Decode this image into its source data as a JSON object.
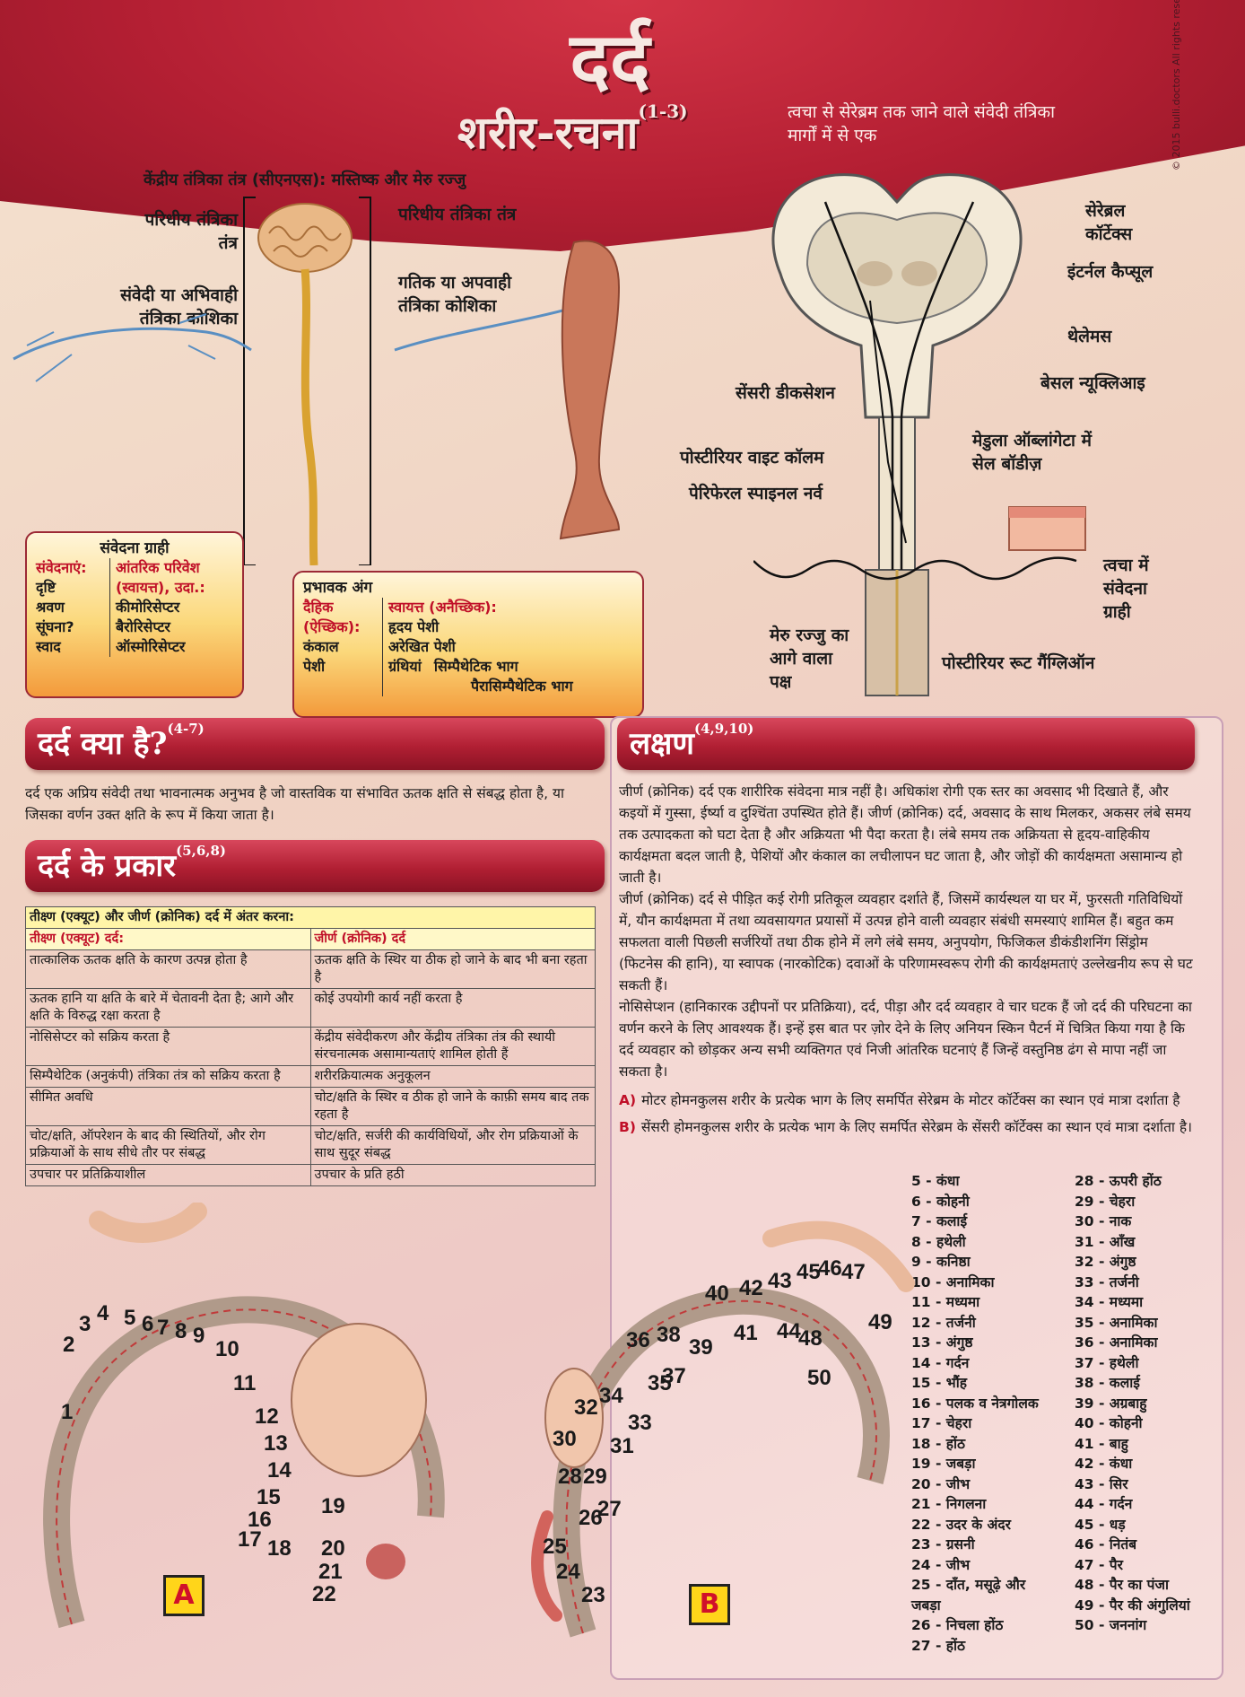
{
  "header": {
    "title": "दर्द",
    "subtitle": "शरीर-रचना",
    "subtitle_ref": "(1-3)",
    "right_note": "त्वचा से सेरेब्रम तक जाने वाले संवेदी तंत्रिका मार्गों में से एक"
  },
  "copyright": "© 2015 bulli.doctors All rights reserved",
  "anatomy": {
    "cns_label": "केंद्रीय तंत्रिका तंत्र (सीएनएस): मस्तिष्क और मेरु रज्जु",
    "pns_left": "परिधीय तंत्रिका तंत्र",
    "pns_right": "परिधीय तंत्रिका तंत्र",
    "sensory_neuron": "संवेदी या अभिवाही तंत्रिका कोशिका",
    "motor_neuron": "गतिक या अपवाही तंत्रिका कोशिका"
  },
  "receptor_box": {
    "title": "संवेदना ग्राही",
    "senses_label": "संवेदनाएं:",
    "senses": [
      "दृष्टि",
      "श्रवण",
      "सूंघना?",
      "स्वाद"
    ],
    "internal_label": "आंतरिक परिवेश (स्वायत्त), उदा.:",
    "internal_items": [
      "कीमोरिसेप्टर",
      "बैरोरिसेप्टर",
      "ऑस्मोरिसेप्टर"
    ]
  },
  "effector_box": {
    "title": "प्रभावक अंग",
    "somatic_label": "दैहिक (ऐच्छिक):",
    "somatic_items": [
      "कंकाल",
      "पेशी"
    ],
    "auto_label": "स्वायत्त (अनैच्छिक):",
    "auto_items": [
      "हृदय पेशी",
      "अरेखित पेशी",
      "ग्रंथियां"
    ],
    "sympathetic": "सिम्पैथेटिक भाग",
    "parasympathetic": "पैरासिम्पैथेटिक भाग"
  },
  "pathway_labels": {
    "cerebral_cortex": "सेरेब्रल कॉर्टेक्स",
    "internal_capsule": "इंटर्नल कैप्सूल",
    "thalamus": "थेलेमस",
    "basal_nuclei": "बेसल न्यूक्लिआइ",
    "sensory_decussation": "सेंसरी डीकसेशन",
    "posterior_white_column": "पोस्टीरियर वाइट कॉलम",
    "medulla": "मेडुला ऑब्लांगेटा में सेल बॉडीज़",
    "peripheral_nerve": "पेरिफेरल स्पाइनल नर्व",
    "skin_receptor": "त्वचा में संवेदना ग्राही",
    "spinal_cord_front": "मेरु रज्जु का आगे वाला पक्ष",
    "root_ganglion": "पोस्टीरियर रूट गैंग्लिऑन"
  },
  "what_is_pain": {
    "heading": "दर्द क्या है?",
    "ref": "(4-7)",
    "text": "दर्द एक अप्रिय संवेदी तथा भावनात्मक अनुभव है जो वास्तविक या संभावित ऊतक क्षति से संबद्ध होता है, या जिसका वर्णन उक्त क्षति के रूप में किया जाता है।"
  },
  "pain_types": {
    "heading": "दर्द के प्रकार",
    "ref": "(5,6,8)",
    "table_title": "तीक्ष्ण (एक्यूट) और जीर्ण (क्रोनिक) दर्द में अंतर करना:",
    "col1": "तीक्ष्ण (एक्यूट) दर्द:",
    "col2": "जीर्ण (क्रोनिक) दर्द",
    "rows": [
      [
        "तात्कालिक ऊतक क्षति के कारण उत्पन्न होता है",
        "ऊतक क्षति के स्थिर या ठीक हो जाने के बाद भी बना रहता है"
      ],
      [
        "ऊतक हानि या क्षति के बारे में चेतावनी देता है; आगे और क्षति के विरुद्ध रक्षा करता है",
        "कोई उपयोगी कार्य नहीं करता है"
      ],
      [
        "नोसिसेप्टर को सक्रिय करता है",
        "केंद्रीय संवेदीकरण और केंद्रीय तंत्रिका तंत्र की स्थायी संरचनात्मक असामान्यताएं शामिल होती हैं"
      ],
      [
        "सिम्पैथेटिक (अनुकंपी) तंत्रिका तंत्र को सक्रिय करता है",
        "शरीरक्रियात्मक अनुकूलन"
      ],
      [
        "सीमित अवधि",
        "चोट/क्षति के स्थिर व ठीक हो जाने के काफ़ी समय बाद तक रहता है"
      ],
      [
        "चोट/क्षति, ऑपरेशन के बाद की स्थितियों, और रोग प्रक्रियाओं के साथ सीधे तौर पर संबद्ध",
        "चोट/क्षति, सर्जरी की कार्यविधियों, और रोग प्रक्रियाओं के साथ सुदूर संबद्ध"
      ],
      [
        "उपचार पर प्रतिक्रियाशील",
        "उपचार के प्रति हठी"
      ]
    ]
  },
  "symptoms": {
    "heading": "लक्षण",
    "ref": "(4,9,10)",
    "para1": "जीर्ण (क्रोनिक) दर्द एक शारीरिक संवेदना मात्र नहीं है। अधिकांश रोगी एक स्तर का अवसाद भी दिखाते हैं, और कइयों में गुस्सा, ईर्ष्या व दुश्चिंता उपस्थित होते हैं। जीर्ण (क्रोनिक) दर्द, अवसाद के साथ मिलकर, अकसर लंबे समय तक उत्पादकता को घटा देता है और अक्रियता भी पैदा करता है। लंबे समय तक अक्रियता से हृदय-वाहिकीय कार्यक्षमता बदल जाती है, पेशियों और कंकाल का लचीलापन घट जाता है, और जोड़ों की कार्यक्षमता असामान्य हो जाती है।",
    "para2": "जीर्ण (क्रोनिक) दर्द से पीड़ित कई रोगी प्रतिकूल व्यवहार दर्शाते हैं, जिसमें कार्यस्थल या घर में, फुरसती गतिविधियों में, यौन कार्यक्षमता में तथा व्यवसायगत प्रयासों में उत्पन्न होने वाली व्यवहार संबंधी समस्याएं शामिल हैं। बहुत कम सफलता वाली पिछली सर्जरियों तथा ठीक होने में लगे लंबे समय, अनुपयोग, फिजिकल डीकंडीशनिंग सिंड्रोम (फिटनेस की हानि), या स्वापक (नारकोटिक) दवाओं के परिणामस्वरूप रोगी की कार्यक्षमताएं उल्लेखनीय रूप से घट सकती हैं।",
    "para3": "नोसिसेप्शन (हानिकारक उद्दीपनों पर प्रतिक्रिया), दर्द, पीड़ा और दर्द व्यवहार वे चार घटक हैं जो दर्द की परिघटना का वर्णन करने के लिए आवश्यक हैं। इन्हें इस बात पर ज़ोर देने के लिए अनियन स्किन पैटर्न में चित्रित किया गया है कि दर्द व्यवहार को छोड़कर अन्य सभी व्यक्तिगत एवं निजी आंतरिक घटनाएं हैं जिन्हें वस्तुनिष्ठ ढंग से मापा नहीं जा सकता है।",
    "note_a_tag": "A)",
    "note_a": "मोटर होमनकुलस शरीर के प्रत्येक भाग के लिए समर्पित सेरेब्रम के मोटर कॉर्टेक्स का स्थान एवं मात्रा दर्शाता है",
    "note_b_tag": "B)",
    "note_b": "सेंसरी होमनकुलस शरीर के प्रत्येक भाग के लिए समर्पित सेरेब्रम के सेंसरी कॉर्टेक्स का स्थान एवं मात्रा दर्शाता है।"
  },
  "legend_col1": [
    "5 - कंधा",
    "6 - कोहनी",
    "7 - कलाई",
    "8 - हथेली",
    "9 - कनिष्ठा",
    "10 - अनामिका",
    "11 - मध्यमा",
    "12 - तर्जनी",
    "13 - अंगुष्ठ",
    "14 - गर्दन",
    "15 - भौंह",
    "16 - पलक व नेत्रगोलक",
    "17 - चेहरा",
    "18 - होंठ",
    "19 - जबड़ा",
    "20 - जीभ",
    "21 - निगलना",
    "22 - उदर के अंदर",
    "23 - ग्रसनी",
    "24 - जीभ",
    "25 - दाँत, मसूढ़े और",
    "जबड़ा",
    "26 - निचला होंठ",
    "27 - होंठ"
  ],
  "legend_col2": [
    "28 - ऊपरी होंठ",
    "29 - चेहरा",
    "30 - नाक",
    "31 - आँख",
    "32 - अंगुष्ठ",
    "33 - तर्जनी",
    "34 - मध्यमा",
    "35 - अनामिका",
    "36 - अनामिका",
    "37 - हथेली",
    "38 - कलाई",
    "39 - अग्रबाहु",
    "40 - कोहनी",
    "41 - बाहु",
    "42 - कंधा",
    "43 - सिर",
    "44 - गर्दन",
    "45 - धड़",
    "46 - नितंब",
    "47 - पैर",
    "48 - पैर का पंजा",
    "49 - पैर की अंगुलियां",
    "50 - जननांग"
  ],
  "homunculus_a": {
    "tag": "A",
    "numbers": [
      "1",
      "2",
      "3",
      "4",
      "5",
      "6",
      "7",
      "8",
      "9",
      "10",
      "11",
      "12",
      "13",
      "14",
      "15",
      "16",
      "17",
      "18",
      "19",
      "20",
      "21",
      "22"
    ]
  },
  "homunculus_b": {
    "tag": "B",
    "numbers": [
      "23",
      "24",
      "25",
      "26",
      "27",
      "28",
      "29",
      "30",
      "31",
      "32",
      "33",
      "34",
      "35",
      "36",
      "37",
      "38",
      "39",
      "40",
      "41",
      "42",
      "43",
      "44",
      "45",
      "46",
      "47",
      "48",
      "49",
      "50"
    ]
  }
}
